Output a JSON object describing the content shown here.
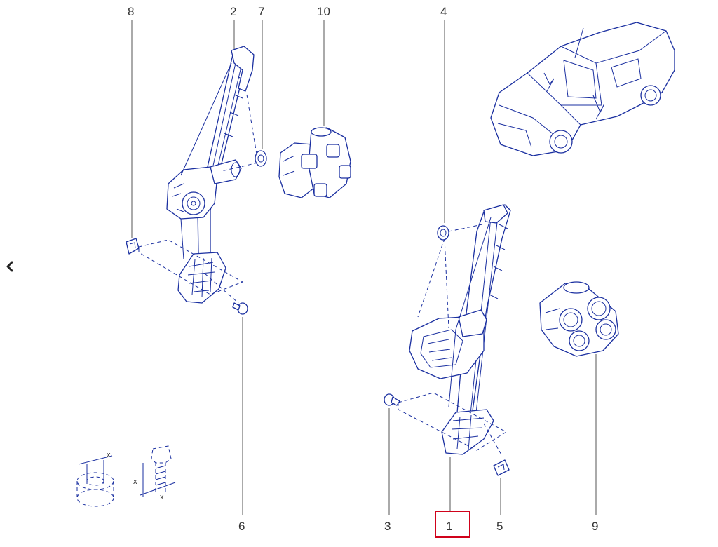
{
  "navigation": {
    "prev_icon": "chevron-left-icon"
  },
  "callouts": {
    "c1": "1",
    "c2": "2",
    "c3": "3",
    "c4": "4",
    "c5": "5",
    "c6": "6",
    "c7": "7",
    "c8": "8",
    "c9": "9",
    "c10": "10"
  },
  "highlighted_callout": "1",
  "highlight_color": "#d0021b",
  "line_color": "#1a2fa0",
  "dimension_marks": {
    "x_mark": "x"
  }
}
